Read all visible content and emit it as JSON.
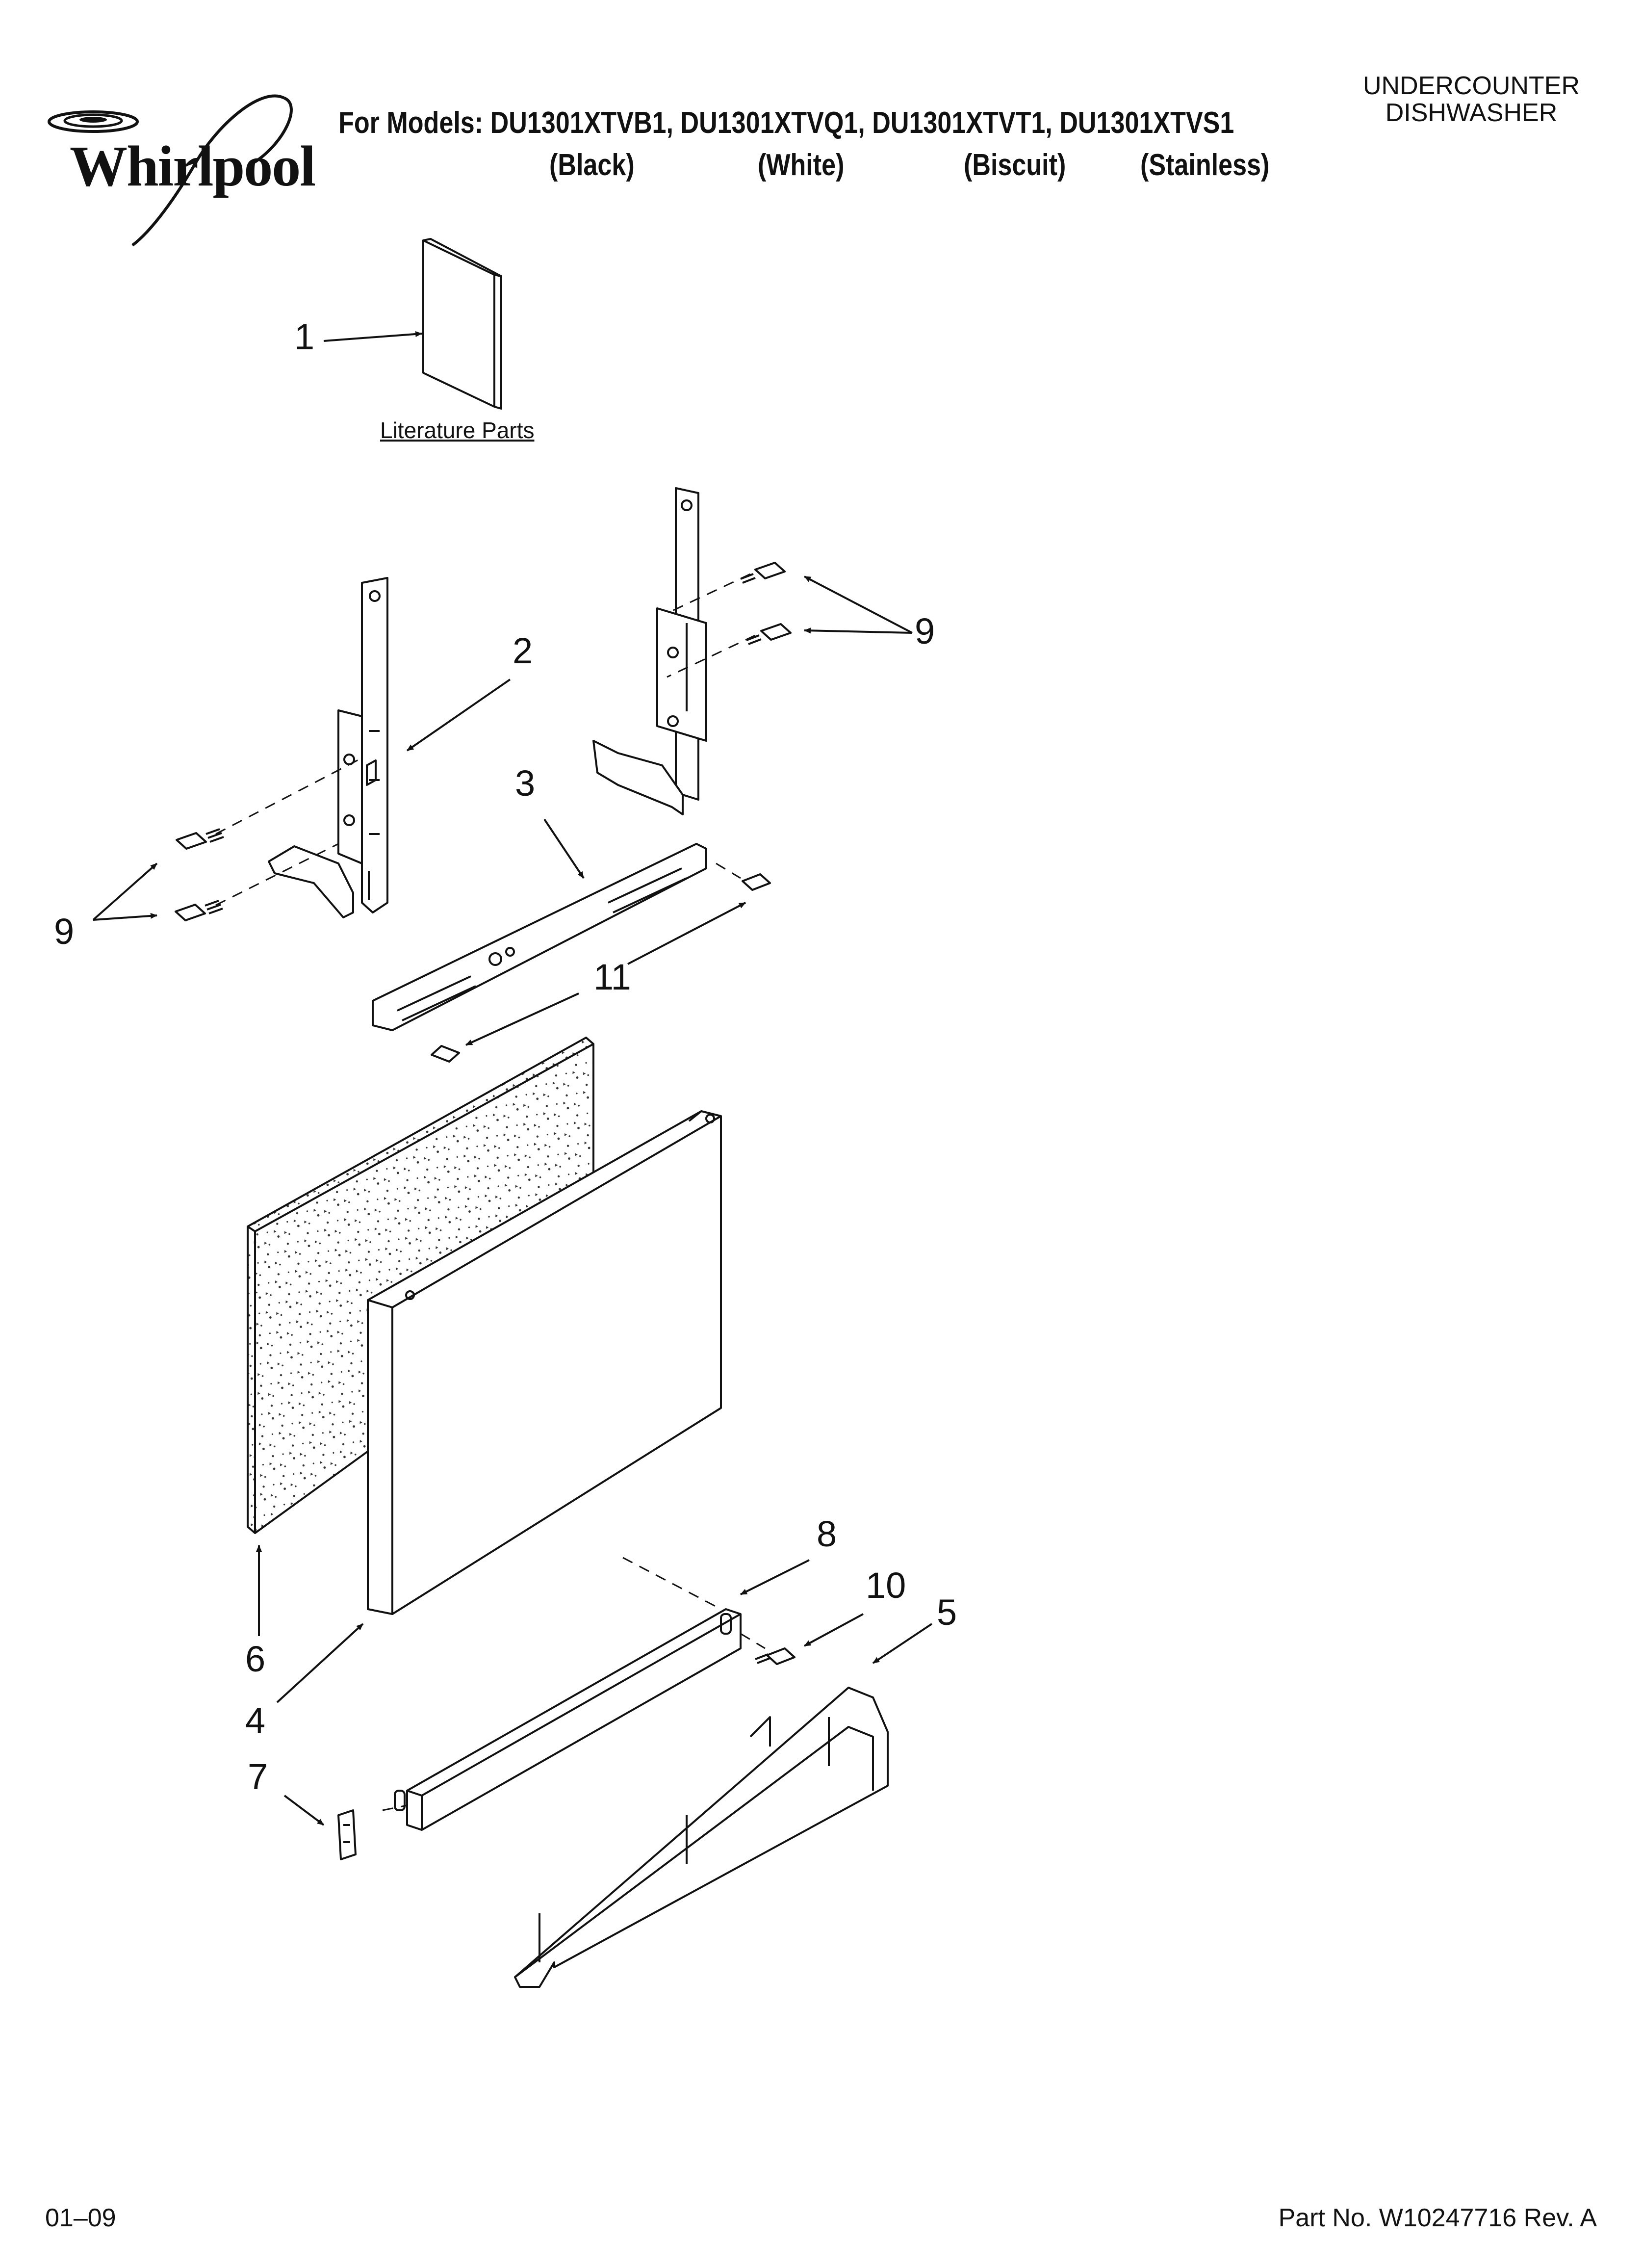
{
  "brand": {
    "name": "Whirlpool"
  },
  "header": {
    "models_line": "For Models: DU1301XTVB1, DU1301XTVQ1, DU1301XTVT1, DU1301XTVS1",
    "finishes": [
      "(Black)",
      "(White)",
      "(Biscuit)",
      "(Stainless)"
    ],
    "category_line1": "UNDERCOUNTER",
    "category_line2": "DISHWASHER"
  },
  "diagram": {
    "literature_label": "Literature Parts",
    "callouts": {
      "c1": "1",
      "c2": "2",
      "c3": "3",
      "c4": "4",
      "c5": "5",
      "c6": "6",
      "c7": "7",
      "c8": "8",
      "c9a": "9",
      "c9b": "9",
      "c10": "10",
      "c11": "11"
    }
  },
  "footer": {
    "date_code": "01–09",
    "part_number": "Part No. W10247716 Rev. A"
  },
  "colors": {
    "ink": "#111111",
    "background": "#ffffff"
  }
}
